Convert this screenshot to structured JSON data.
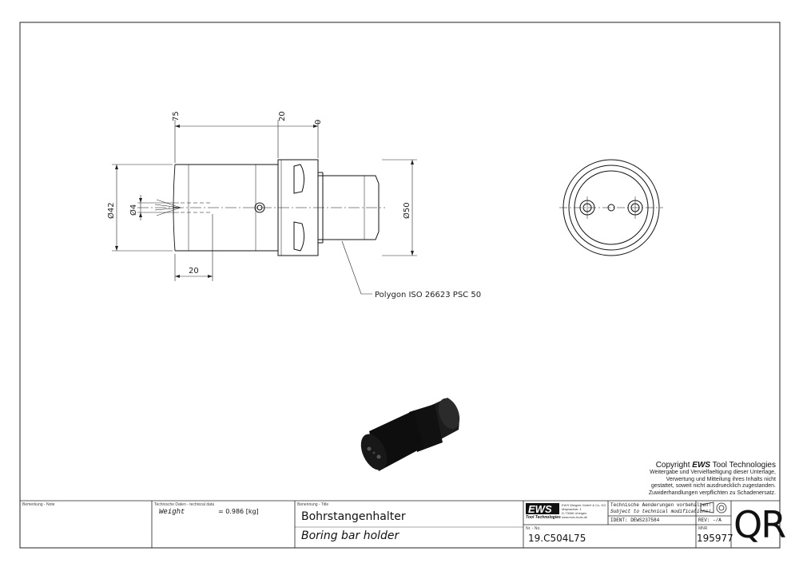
{
  "drawing": {
    "dim_75": "75",
    "dim_20_top": "20",
    "dim_0": "0",
    "dim_d42": "Ø42",
    "dim_d4": "Ø4",
    "dim_d50": "Ø50",
    "dim_20_bottom": "20",
    "polygon_note": "Polygon ISO 26623 PSC 50"
  },
  "copyright": {
    "title_prefix": "Copyright",
    "brand": "EWS",
    "title_suffix": "Tool Technologies",
    "text_lines": [
      "Weitergabe und Vervielfaeltigung dieser Unterlage,",
      "Verwertung und Mitteilung ihres Inhalts nicht",
      "gestattet, soweit nicht ausdruecklich zugestanden.",
      "Zuwiderhandlungen verpflichten zu Schadenersatz."
    ]
  },
  "title_block": {
    "note_label": "Bemerkung - Note",
    "tech_label": "Technische Daten - technical data",
    "weight_label": "Weight",
    "weight_value": "= 0.986 [kg]",
    "title_label": "Benennung - Title",
    "title_de": "Bohrstangenhalter",
    "title_en": "Boring bar holder",
    "logo": "EWS",
    "logo_sub": "Tool Technologies",
    "company_lines": [
      "EWS Weigele GmbH & Co. KG",
      "Maybachstr. 1",
      "D-73066 Uhingen",
      "www.ews-tools.de"
    ],
    "mod_de": "Technische Aenderungen vorbehalten!",
    "mod_en": "Subject to technical modifications!",
    "ident": "IDENT: DEWS237584",
    "rev": "REV: -/A",
    "nr_label": "Nr. - No.",
    "part_number": "19.C504L75",
    "mnr_label": "MNR",
    "mnr": "195977",
    "qr": "QR"
  }
}
